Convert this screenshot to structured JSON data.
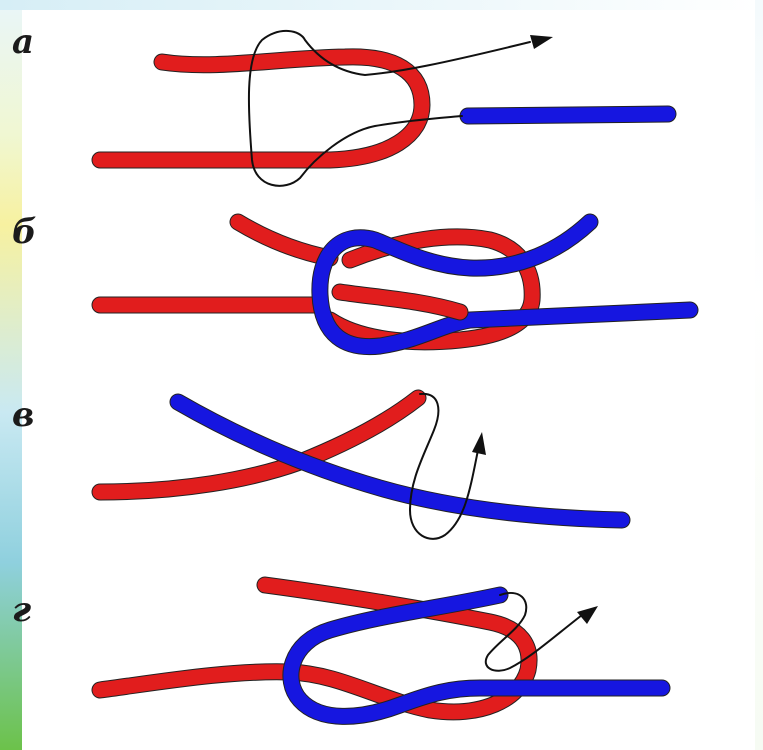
{
  "panels": [
    {
      "label": "а"
    },
    {
      "label": "б"
    },
    {
      "label": "в"
    },
    {
      "label": "г"
    }
  ],
  "colors": {
    "rope_one": "#e11d1d",
    "rope_two": "#1616e0",
    "guide_line": "#111111",
    "background": "#ffffff"
  },
  "icons": [
    "motion-arrow-icon"
  ]
}
